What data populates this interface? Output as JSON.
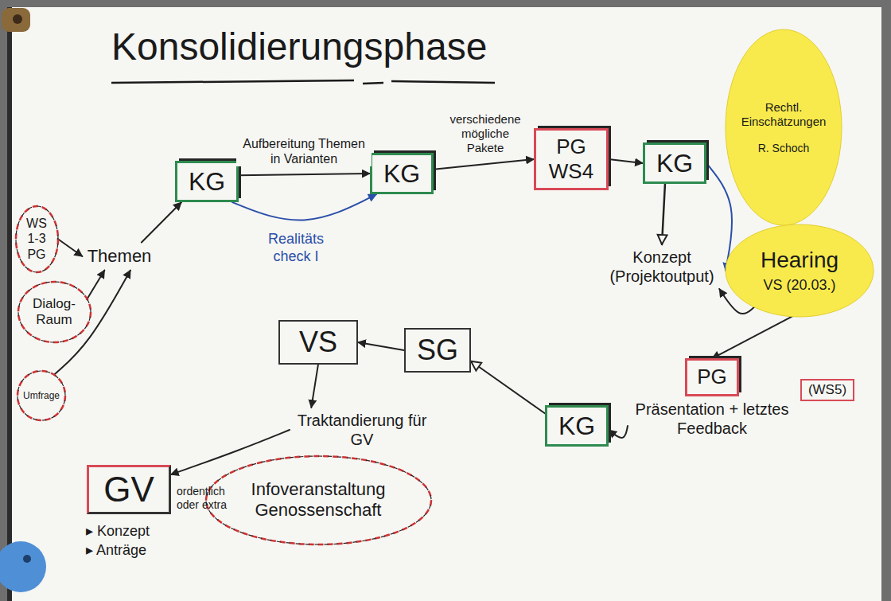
{
  "diagram": {
    "title": "Konsolidierungsphase",
    "nodes": [
      {
        "text": [
          "WS 1-3 PG"
        ]
      },
      {
        "text": [
          "Dialog-Raum"
        ]
      },
      {
        "text": [
          "Umfrage"
        ]
      },
      {
        "text": [
          "Themen"
        ]
      },
      {
        "text": [
          "KG"
        ]
      },
      {
        "text": [
          "KG"
        ]
      },
      {
        "text": [
          "PG WS4"
        ]
      },
      {
        "text": [
          "KG"
        ]
      },
      {
        "text": [
          "Rechtl. Einschätzungen",
          "R. Schoch"
        ]
      },
      {
        "text": [
          "Konzept (Projektoutput)"
        ]
      },
      {
        "text": [
          "Hearing",
          "VS (20.03.)"
        ]
      },
      {
        "text": [
          "PG",
          "Präsentation + letztes Feedback"
        ]
      },
      {
        "text": [
          "(WS5)"
        ]
      },
      {
        "text": [
          "KG"
        ]
      },
      {
        "text": [
          "SG"
        ]
      },
      {
        "text": [
          "VS"
        ]
      },
      {
        "text": [
          "Traktandierung für GV"
        ]
      },
      {
        "text": [
          "Infoveranstaltung Genossenschaft"
        ]
      },
      {
        "text": [
          "GV"
        ]
      }
    ],
    "edges": [
      {
        "from": 0,
        "to": 3,
        "arrow": "to"
      },
      {
        "from": 1,
        "to": 3,
        "arrow": "to"
      },
      {
        "from": 2,
        "to": 3,
        "arrow": "to"
      },
      {
        "from": 3,
        "to": 4,
        "arrow": "to"
      },
      {
        "from": 4,
        "to": 5,
        "label": "Aufbereitung Themen in Varianten",
        "arrow": "to"
      },
      {
        "from": 4,
        "to": 5,
        "label": "Realitäts check I",
        "arrow": "to"
      },
      {
        "from": 5,
        "to": 6,
        "label": "verschiedene mögliche Pakete",
        "arrow": "to"
      },
      {
        "from": 6,
        "to": 7,
        "arrow": "to"
      },
      {
        "from": 7,
        "to": 9,
        "arrow": "to"
      },
      {
        "from": 7,
        "to": 10,
        "arrow": "to"
      },
      {
        "from": 10,
        "to": 9,
        "arrow": "to"
      },
      {
        "from": 10,
        "to": 11,
        "arrow": "to"
      },
      {
        "from": 11,
        "to": 13,
        "arrow": "to"
      },
      {
        "from": 13,
        "to": 14,
        "arrow": "to"
      },
      {
        "from": 14,
        "to": 15,
        "arrow": "to"
      },
      {
        "from": 15,
        "to": 16,
        "arrow": "to"
      },
      {
        "from": 16,
        "to": 18,
        "arrow": "to"
      }
    ],
    "labels": [
      "ordentlich oder extra",
      "▸ Konzept",
      "▸ Anträge"
    ]
  }
}
